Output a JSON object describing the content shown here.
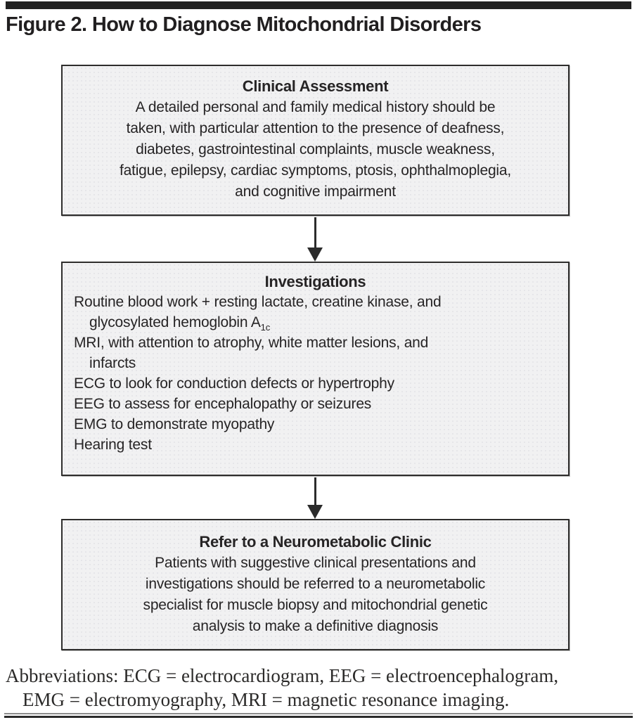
{
  "figure": {
    "title": "Figure 2. How to Diagnose Mitochondrial Disorders"
  },
  "flowchart": {
    "boxes": [
      {
        "heading": "Clinical Assessment",
        "body": "A detailed personal and family medical history should be\ntaken, with particular attention to the presence of deafness,\ndiabetes, gastrointestinal complaints, muscle weakness,\nfatigue, epilepsy, cardiac symptoms, ptosis, ophthalmoplegia,\nand cognitive impairment"
      },
      {
        "heading": "Investigations",
        "items": [
          {
            "text": "Routine blood work + resting lactate, creatine kinase, and\nglycosylated hemoglobin A",
            "subscript": "1c"
          },
          {
            "text": "MRI, with attention to atrophy, white matter lesions, and\ninfarcts"
          },
          {
            "text": "ECG to look for conduction defects or hypertrophy"
          },
          {
            "text": "EEG to assess for encephalopathy or seizures"
          },
          {
            "text": "EMG to demonstrate myopathy"
          },
          {
            "text": "Hearing test"
          }
        ]
      },
      {
        "heading": "Refer to a Neurometabolic Clinic",
        "body": "Patients with suggestive clinical presentations and\ninvestigations should be referred to a neurometabolic\nspecialist for muscle biopsy and mitochondrial genetic\nanalysis to make a definitive diagnosis"
      }
    ]
  },
  "footer": {
    "line1": "Abbreviations: ECG = electrocardiogram, EEG = electroencephalogram,",
    "line2": "EMG = electromyography, MRI = magnetic resonance imaging."
  },
  "colors": {
    "box_fill": "#f1f1f2",
    "box_border": "#2e2d2c",
    "text": "#262425",
    "rule": "#212121"
  }
}
